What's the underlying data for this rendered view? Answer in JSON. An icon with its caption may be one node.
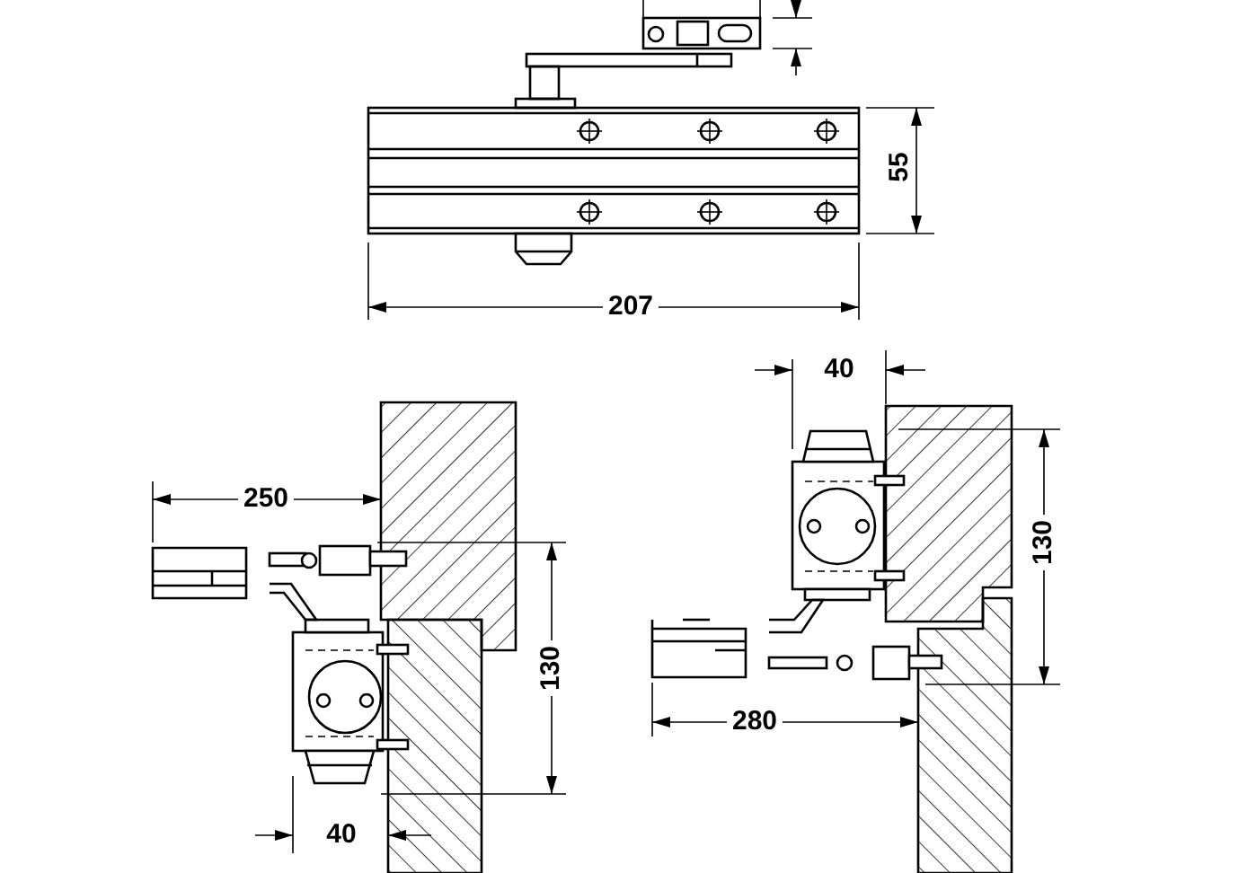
{
  "diagram": {
    "labels": [
      "55",
      "207",
      "40",
      "250",
      "130",
      "130",
      "280",
      "40"
    ]
  }
}
